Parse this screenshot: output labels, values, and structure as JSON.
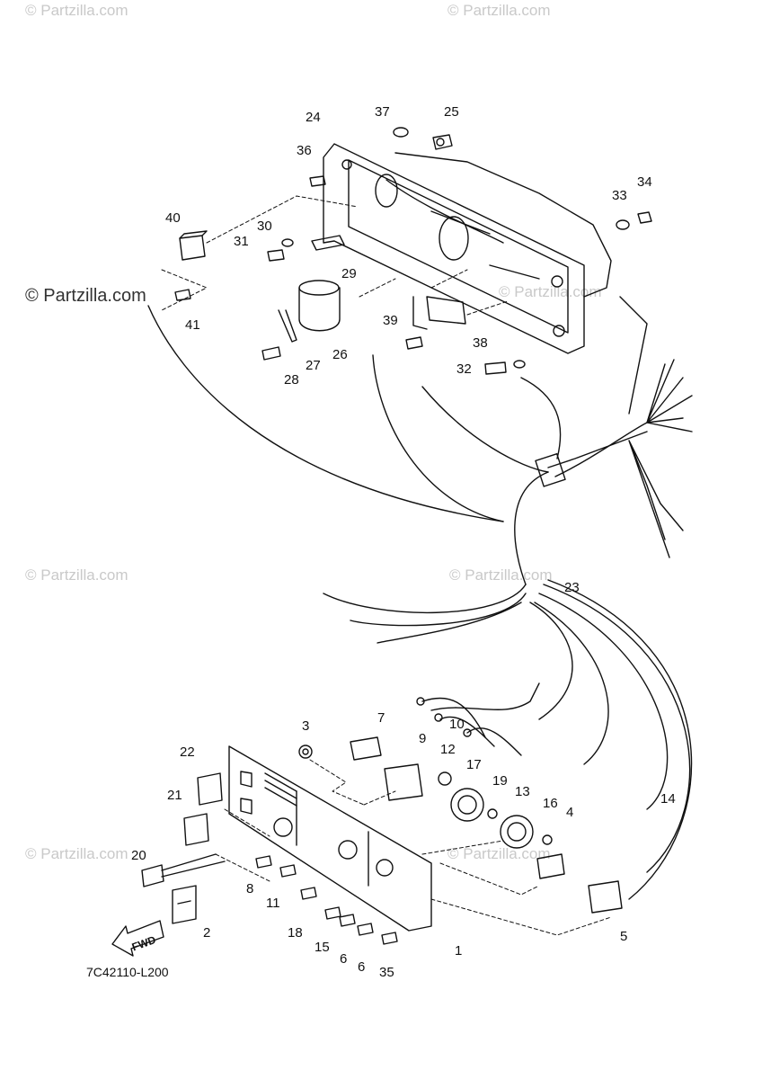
{
  "watermarks": {
    "top_left": "© Partzilla.com",
    "top_right": "© Partzilla.com",
    "upper_left": "© Partzilla.com",
    "upper_right": "© Partzilla.com",
    "mid_left": "© Partzilla.com",
    "mid_center": "© Partzilla.com",
    "low_left": "© Partzilla.com",
    "low_right": "© Partzilla.com"
  },
  "diagram_code": "7C42110-L200",
  "fwd_label": "FWD",
  "callouts": [
    "1",
    "2",
    "3",
    "4",
    "5",
    "6",
    "6",
    "7",
    "8",
    "9",
    "10",
    "11",
    "12",
    "13",
    "14",
    "15",
    "16",
    "17",
    "18",
    "19",
    "20",
    "21",
    "22",
    "23",
    "24",
    "25",
    "26",
    "27",
    "28",
    "29",
    "30",
    "31",
    "32",
    "33",
    "34",
    "35",
    "36",
    "37",
    "38",
    "39",
    "40",
    "41"
  ]
}
